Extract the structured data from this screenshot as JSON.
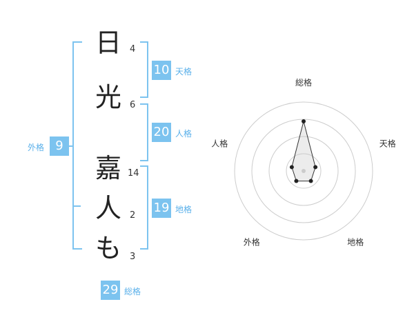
{
  "name_chars": [
    {
      "char": "日",
      "strokes": "4"
    },
    {
      "char": "光",
      "strokes": "6"
    },
    {
      "char": "嘉",
      "strokes": "14"
    },
    {
      "char": "人",
      "strokes": "2"
    },
    {
      "char": "も",
      "strokes": "3"
    }
  ],
  "kakusu": {
    "tenkaku": {
      "value": "10",
      "label": "天格"
    },
    "jinkaku": {
      "value": "20",
      "label": "人格"
    },
    "chikaku": {
      "value": "19",
      "label": "地格"
    },
    "gaikaku": {
      "value": "9",
      "label": "外格"
    },
    "soukaku": {
      "value": "29",
      "label": "総格"
    }
  },
  "colors": {
    "accent": "#7cc3ef",
    "label_text": "#5ab0ea"
  },
  "chart_data": {
    "type": "radar",
    "axes": [
      "総格",
      "天格",
      "地格",
      "外格",
      "人格"
    ],
    "values": [
      0.72,
      0.18,
      0.18,
      0.18,
      0.18
    ],
    "rings": 4,
    "grid": true
  }
}
